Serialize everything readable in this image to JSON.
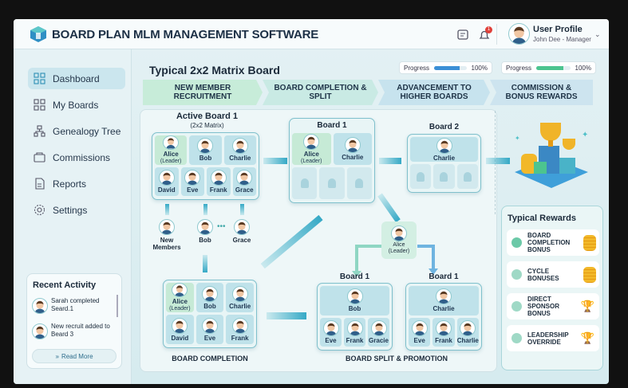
{
  "header": {
    "app_title": "BOARD PLAN MLM MANAGEMENT SOFTWARE",
    "notification_count": "1",
    "user_name": "User Profile",
    "user_role": "John Dee - Manager"
  },
  "sidebar": {
    "items": [
      {
        "label": "Dashboard",
        "icon": "dashboard-icon",
        "active": true
      },
      {
        "label": "My Boards",
        "icon": "boards-icon"
      },
      {
        "label": "Genealogy Tree",
        "icon": "tree-icon"
      },
      {
        "label": "Commissions",
        "icon": "wallet-icon"
      },
      {
        "label": "Reports",
        "icon": "report-icon"
      },
      {
        "label": "Settings",
        "icon": "gear-icon"
      }
    ],
    "recent_activity": {
      "title": "Recent Activity",
      "items": [
        "Sarah completed Seard.1",
        "New recruit added to Beard 3"
      ],
      "read_more": "Read More"
    }
  },
  "main": {
    "title": "Typical 2x2 Matrix Board",
    "progress": [
      {
        "label": "Progress",
        "value": 100,
        "text": "100%",
        "color": "#3b8fd6"
      },
      {
        "label": "Progress",
        "value": 100,
        "text": "100%",
        "color": "#4cc48f"
      }
    ],
    "stages": [
      "NEW MEMBER RECRUITMENT",
      "BOARD COMPLETION & SPLIT",
      "ADVANCEMENT TO HIGHER BOARDS",
      "COMMISSION & BONUS REWARDS"
    ],
    "active_board": {
      "title": "Active Board 1",
      "subtitle": "(2x2 Matrix)",
      "top": [
        {
          "name": "Alice",
          "note": "(Leader)"
        },
        {
          "name": "Bob"
        },
        {
          "name": "Charlie"
        }
      ],
      "bottom": [
        {
          "name": "David"
        },
        {
          "name": "Eve"
        },
        {
          "name": "Frank"
        },
        {
          "name": "Grace"
        }
      ]
    },
    "new_members": [
      {
        "name": "New Members"
      },
      {
        "name": "Bob"
      },
      {
        "name": "Grace"
      }
    ],
    "board1_split": {
      "title": "Board 1",
      "top": [
        {
          "name": "Alice",
          "note": "(Leader)"
        },
        {
          "name": "Charlie"
        }
      ],
      "empty_slots": 3
    },
    "board2": {
      "title": "Board 2",
      "top": [
        {
          "name": "Charlie"
        }
      ],
      "empty_slots": 3
    },
    "leader": {
      "name": "Alice",
      "note": "(Leader)"
    },
    "completion_board": {
      "label": "BOARD COMPLETION",
      "top": [
        {
          "name": "Alice",
          "note": "(Leader)"
        },
        {
          "name": "Bob"
        },
        {
          "name": "Charlie"
        }
      ],
      "bottom": [
        {
          "name": "David"
        },
        {
          "name": "Eve"
        },
        {
          "name": "Frank"
        }
      ]
    },
    "split_boards": {
      "label": "BOARD SPLIT & PROMOTION",
      "boards": [
        {
          "title": "Board 1",
          "top": [
            {
              "name": "Bob"
            }
          ],
          "bottom": [
            {
              "name": "Eve"
            },
            {
              "name": "Frank"
            },
            {
              "name": "Gracie"
            }
          ]
        },
        {
          "title": "Board 1",
          "top": [
            {
              "name": "Charlie"
            }
          ],
          "bottom": [
            {
              "name": "Eve"
            },
            {
              "name": "Frank"
            },
            {
              "name": "Charlie"
            }
          ]
        }
      ]
    },
    "rewards": {
      "title": "Typical Rewards",
      "items": [
        "BOARD COMPLETION BONUS",
        "CYCLE BONUSES",
        "DIRECT SPONSOR BONUS",
        "LEADERSHIP OVERRIDE"
      ]
    }
  }
}
